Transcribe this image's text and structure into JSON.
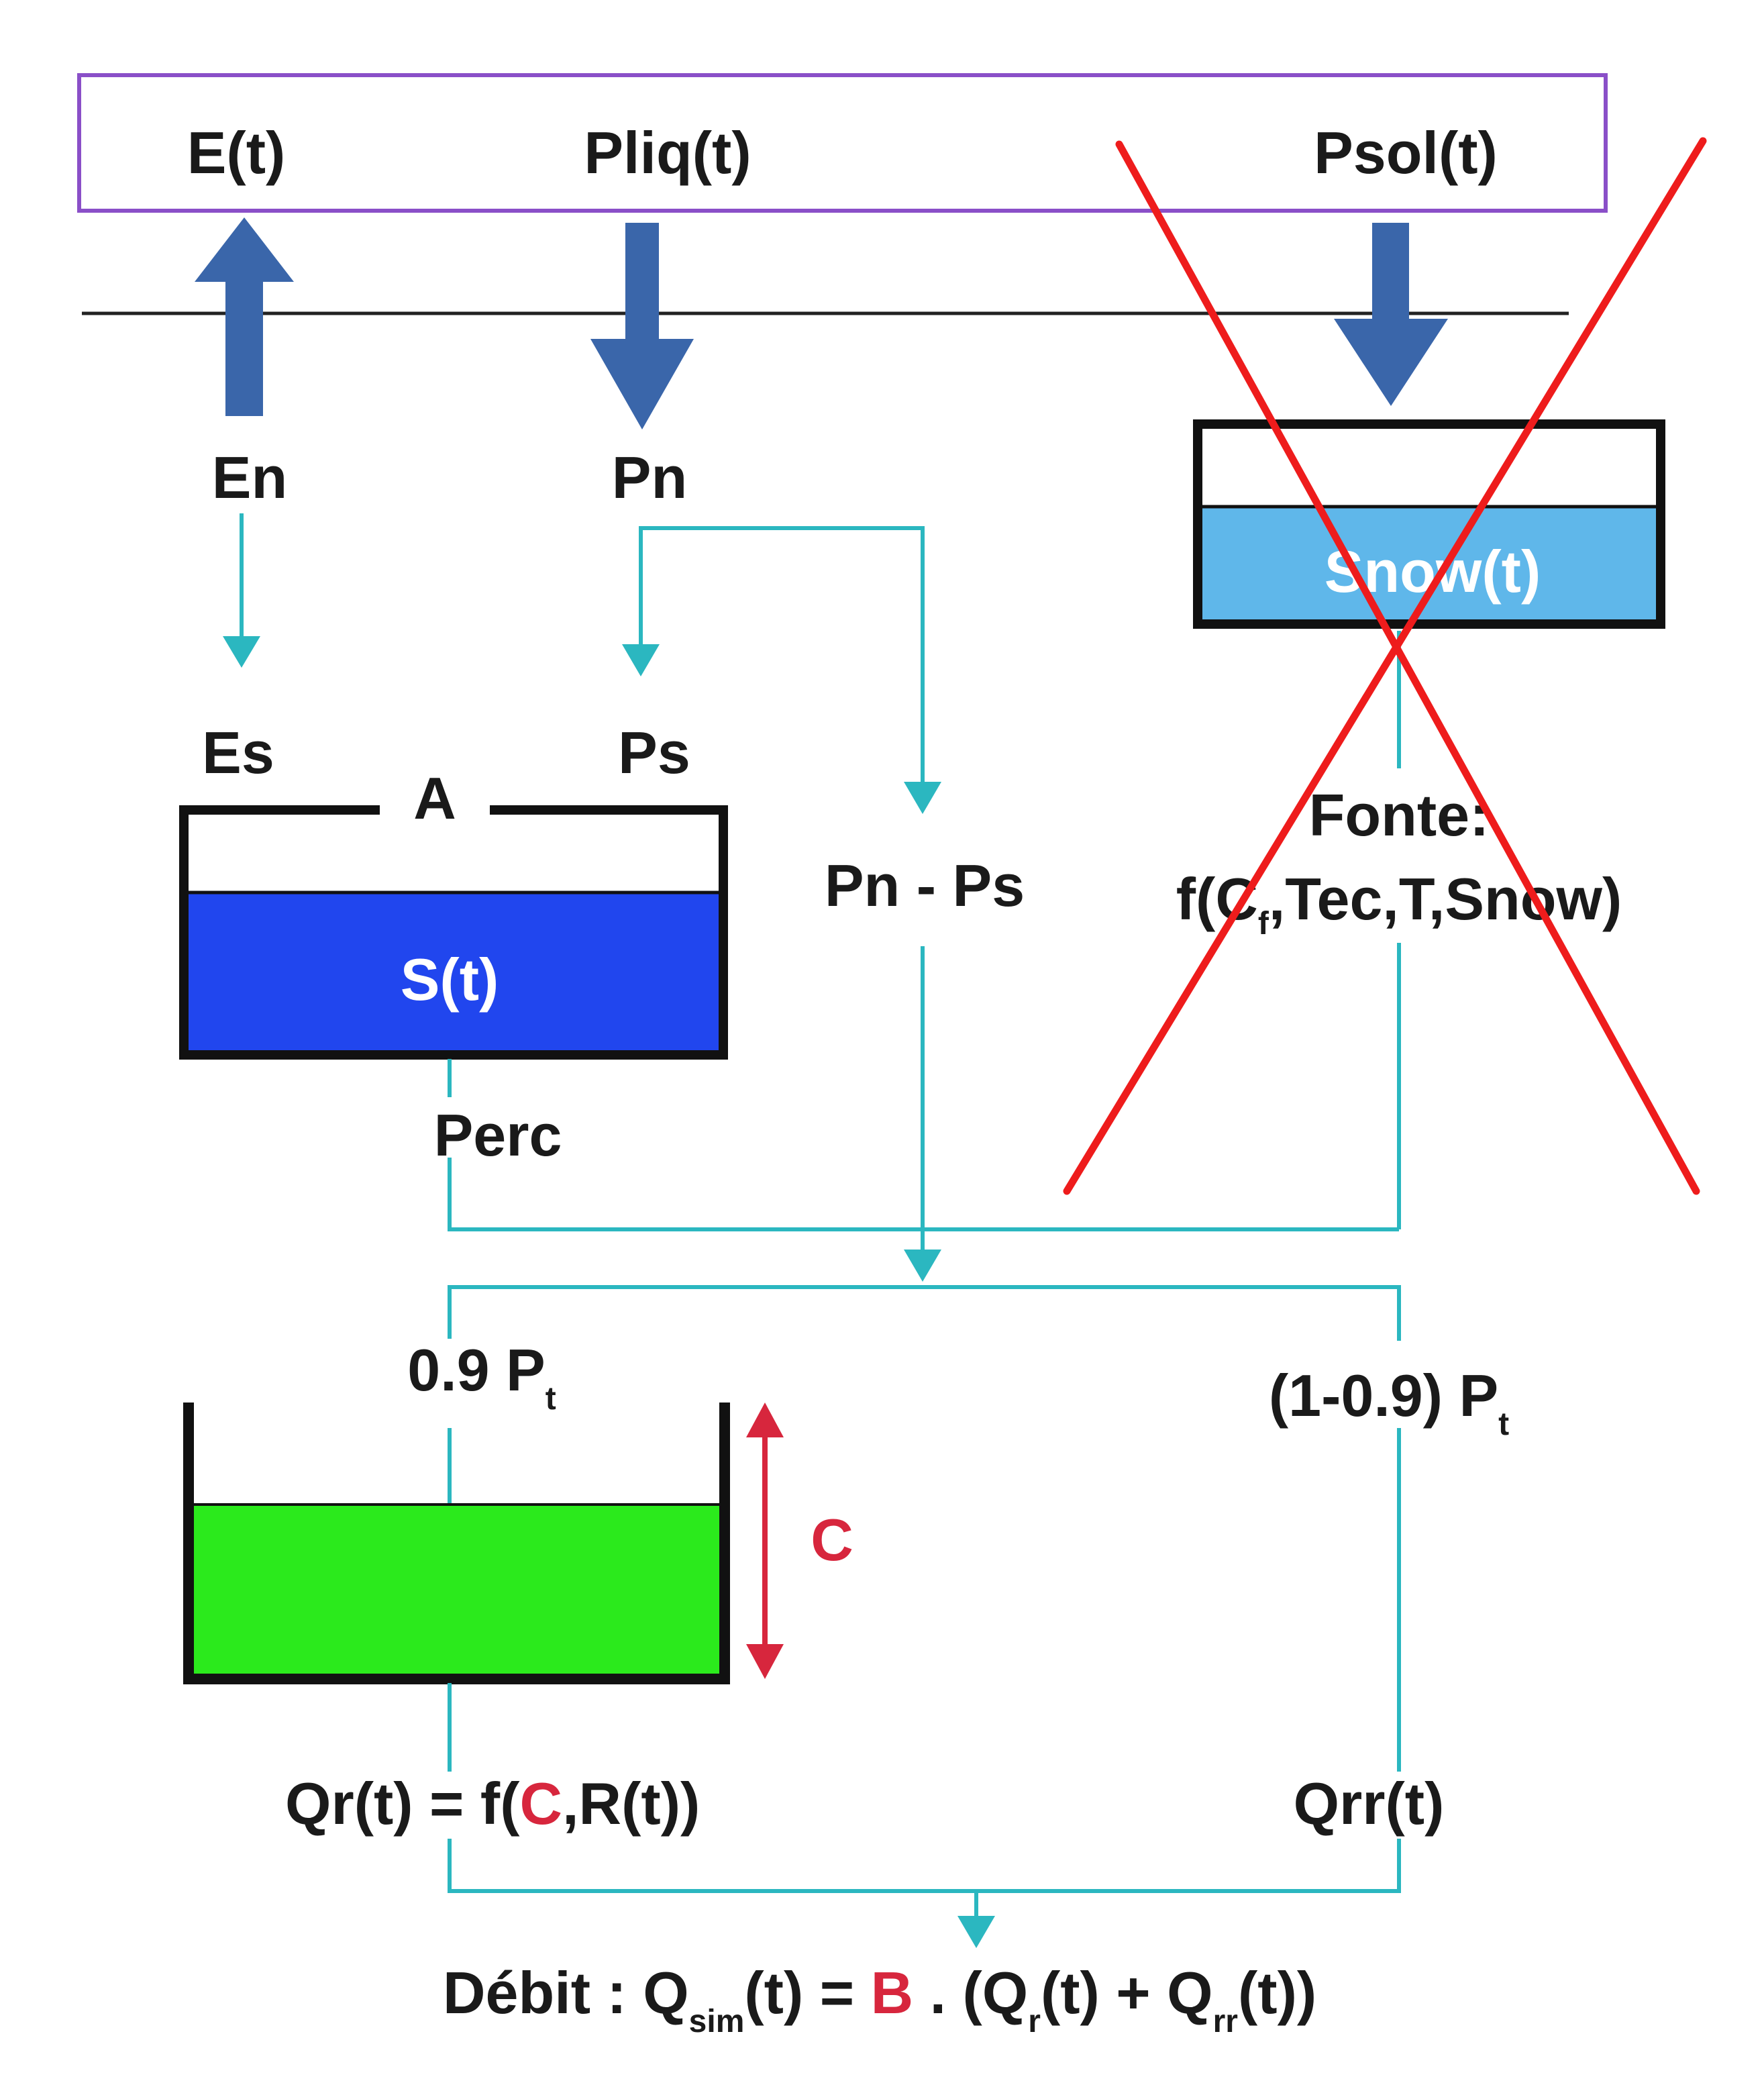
{
  "colors": {
    "header_border": "#8a4fc8",
    "big_arrow": "#3a66aa",
    "flow": "#2bb7c0",
    "soil_store": "#2146ee",
    "routing_store": "#2bea1c",
    "snow_store": "#5fb7ea",
    "cross": "#ee1c1c",
    "param_red": "#d7263d"
  },
  "inputs": {
    "evap": "E(t)",
    "liquid_precip": "Pliq(t)",
    "solid_precip": "Psol(t)"
  },
  "net": {
    "evap": "En",
    "precip": "Pn"
  },
  "soil": {
    "evap_label": "Es",
    "precip_label": "Ps",
    "capacity_label": "A",
    "store_label": "S(t)",
    "percolation_label": "Perc"
  },
  "effective_rain_label": "Pn - Ps",
  "snow": {
    "store_label": "Snow(t)",
    "melt_title": "Fonte:",
    "melt_func_prefix": "f(C",
    "melt_func_sub": "f",
    "melt_func_suffix": ",Tec,T,Snow)"
  },
  "split": {
    "left_prefix": "0.9 P",
    "left_sub": "t",
    "right_prefix": "(1-0.9) P",
    "right_sub": "t"
  },
  "routing": {
    "capacity_label": "C",
    "qr_prefix": "Qr(t) =  f(",
    "qr_param": "C",
    "qr_suffix": ",R(t))",
    "qrr_label": "Qrr(t)"
  },
  "output": {
    "part1": "Débit : Q",
    "sub1": "sim",
    "part2": "(t) = ",
    "param": "B",
    "part3": " . (Q",
    "sub2": "r",
    "part4": "(t) + Q",
    "sub3": "rr",
    "part5": "(t))"
  }
}
